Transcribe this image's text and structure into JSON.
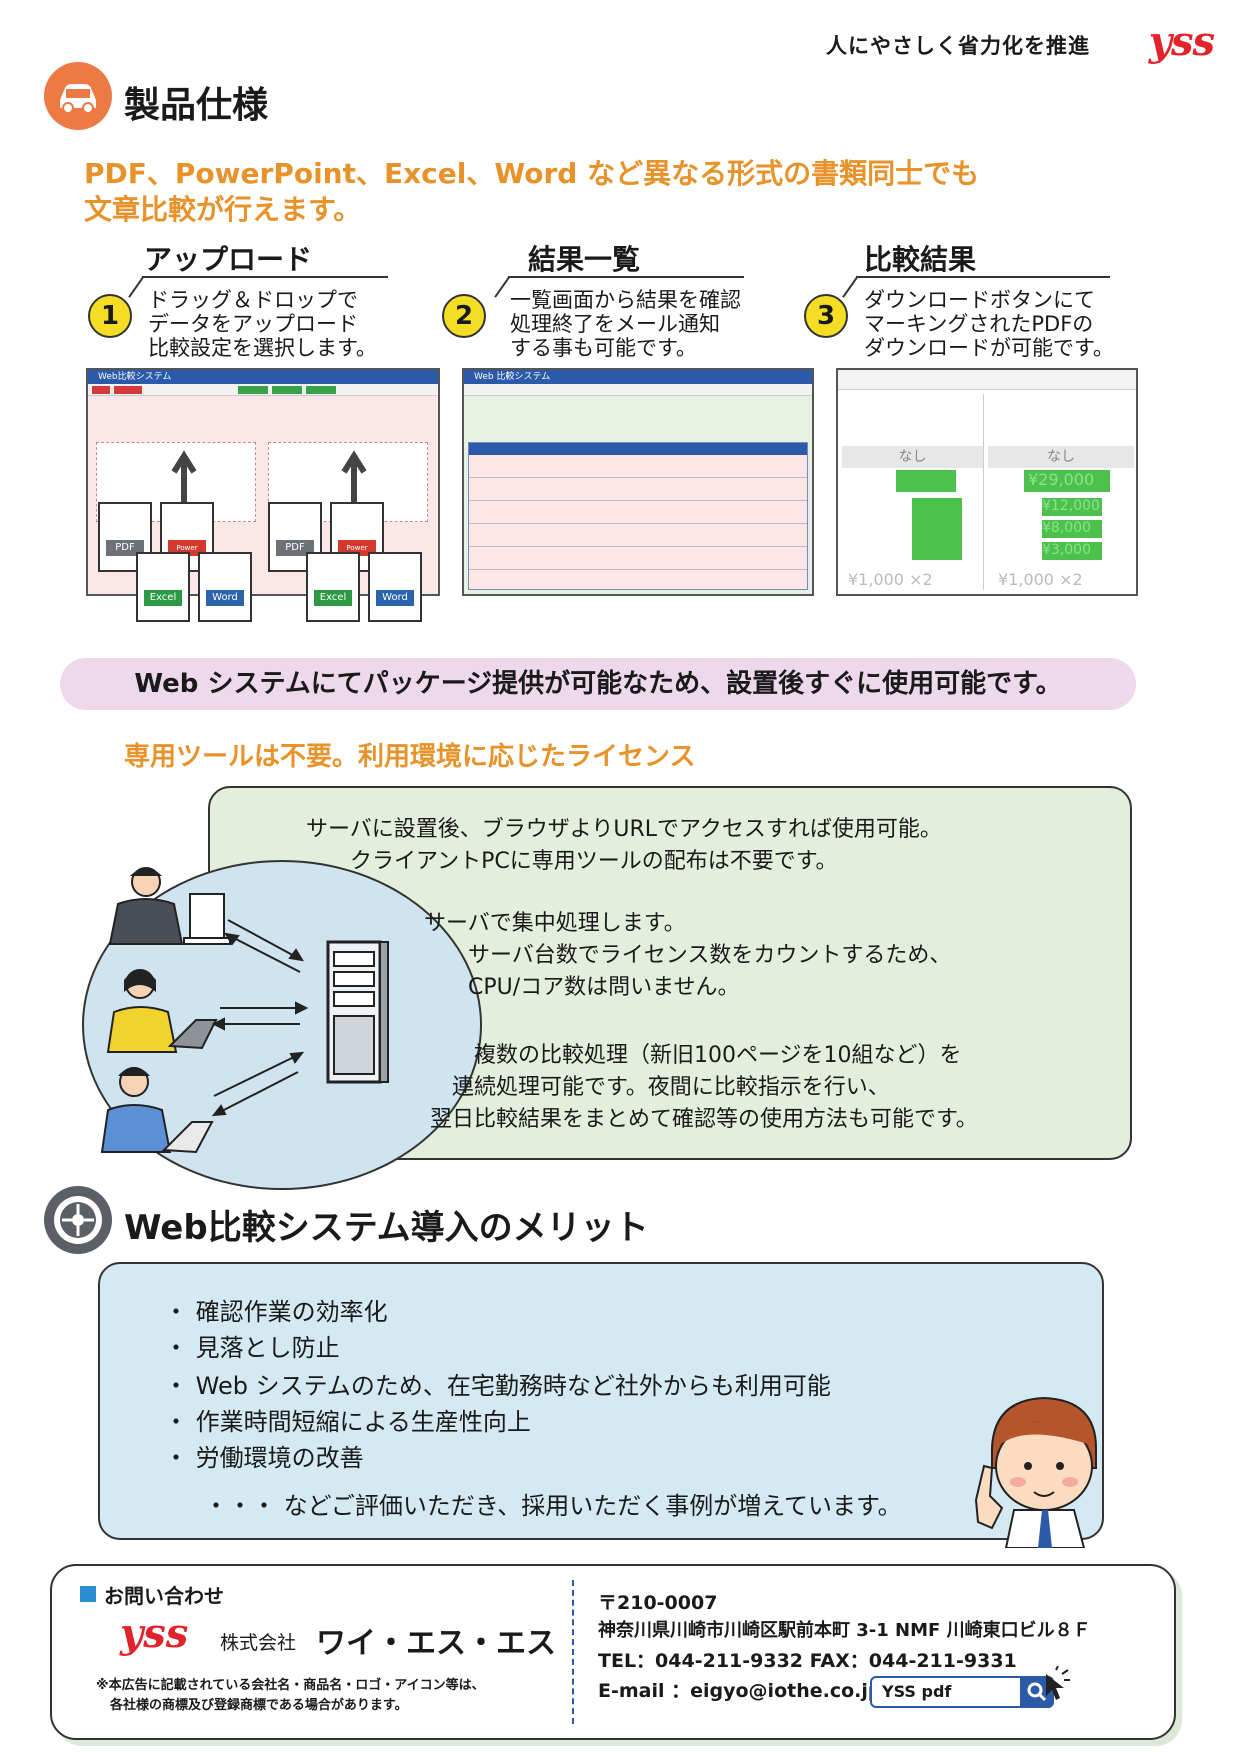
{
  "header": {
    "tagline": "人にやさしく省力化を推進",
    "logo": "YSS"
  },
  "spec": {
    "title": "製品仕様",
    "lead_line1": "PDF、PowerPoint、Excel、Word など異なる形式の書類同士でも",
    "lead_line2": "文章比較が行えます。"
  },
  "steps": [
    {
      "num": "1",
      "title": "アップロード",
      "desc": "ドラッグ＆ドロップで\nデータをアップロード\n比較設定を選択します。"
    },
    {
      "num": "2",
      "title": "結果一覧",
      "desc": "一覧画面から結果を確認\n処理終了をメール通知\nする事も可能です。"
    },
    {
      "num": "3",
      "title": "比較結果",
      "desc": "ダウンロードボタンにて\nマーキングされたPDFの\nダウンロードが可能です。"
    }
  ],
  "shots": {
    "upload_title": "Web比較システム",
    "list_title": "Web 比較システム",
    "file_labels": [
      "PDF",
      "Power Point",
      "Excel",
      "Word"
    ],
    "compare_none": "なし",
    "compare_left_values": [
      "¥1,000 ×2"
    ],
    "compare_right_values": [
      "¥29,000",
      "¥12,000",
      "¥8,000",
      "¥3,000",
      "¥1,000 ×2"
    ]
  },
  "banner": "Web システムにてパッケージ提供が可能なため、設置後すぐに使用可能です。",
  "license": {
    "subhead": "専用ツールは不要。利用環境に応じたライセンス",
    "p1": "サーバに設置後、ブラウザよりURLでアクセスすれば使用可能。\n　　クライアントPCに専用ツールの配布は不要です。",
    "p2": "サーバで集中処理します。\n　　サーバ台数でライセンス数をカウントするため、\n　　CPU/コア数は問いません。",
    "p3": "　　複数の比較処理（新旧100ページを10組など）を\n　連続処理可能です。夜間に比較指示を行い、\n翌日比較結果をまとめて確認等の使用方法も可能です。"
  },
  "merits": {
    "title": "Web比較システム導入のメリット",
    "items": [
      "・ 確認作業の効率化",
      "・ 見落とし防止",
      "・ Web システムのため、在宅勤務時など社外からも利用可能",
      "・ 作業時間短縮による生産性向上",
      "・ 労働環境の改善"
    ],
    "closing": "・・・ などご評価いただき、採用いただく事例が増えています。"
  },
  "contact": {
    "label": "お問い合わせ",
    "logo": "YSS",
    "company_prefix": "株式会社",
    "company_name": "ワイ・エス・エス",
    "note_line1": "※本広告に記載されている会社名・商品名・ロゴ・アイコン等は、",
    "note_line2": "各社様の商標及び登録商標である場合があります。",
    "postal": "〒210-0007",
    "address": "神奈川県川崎市川崎区駅前本町 3-1  NMF 川崎東口ビル８Ｆ",
    "tel_fax": "TEL：044-211-9332   FAX：044-211-9331",
    "email": "E-mail ：eigyo@iothe.co.jp",
    "search_text": "YSS pdf"
  },
  "colors": {
    "accent_orange": "#e8922a",
    "brand_red": "#e2232b",
    "banner_pink": "#eed8ec",
    "box_green": "#e3efdc",
    "box_blue": "#d4e9f2"
  }
}
